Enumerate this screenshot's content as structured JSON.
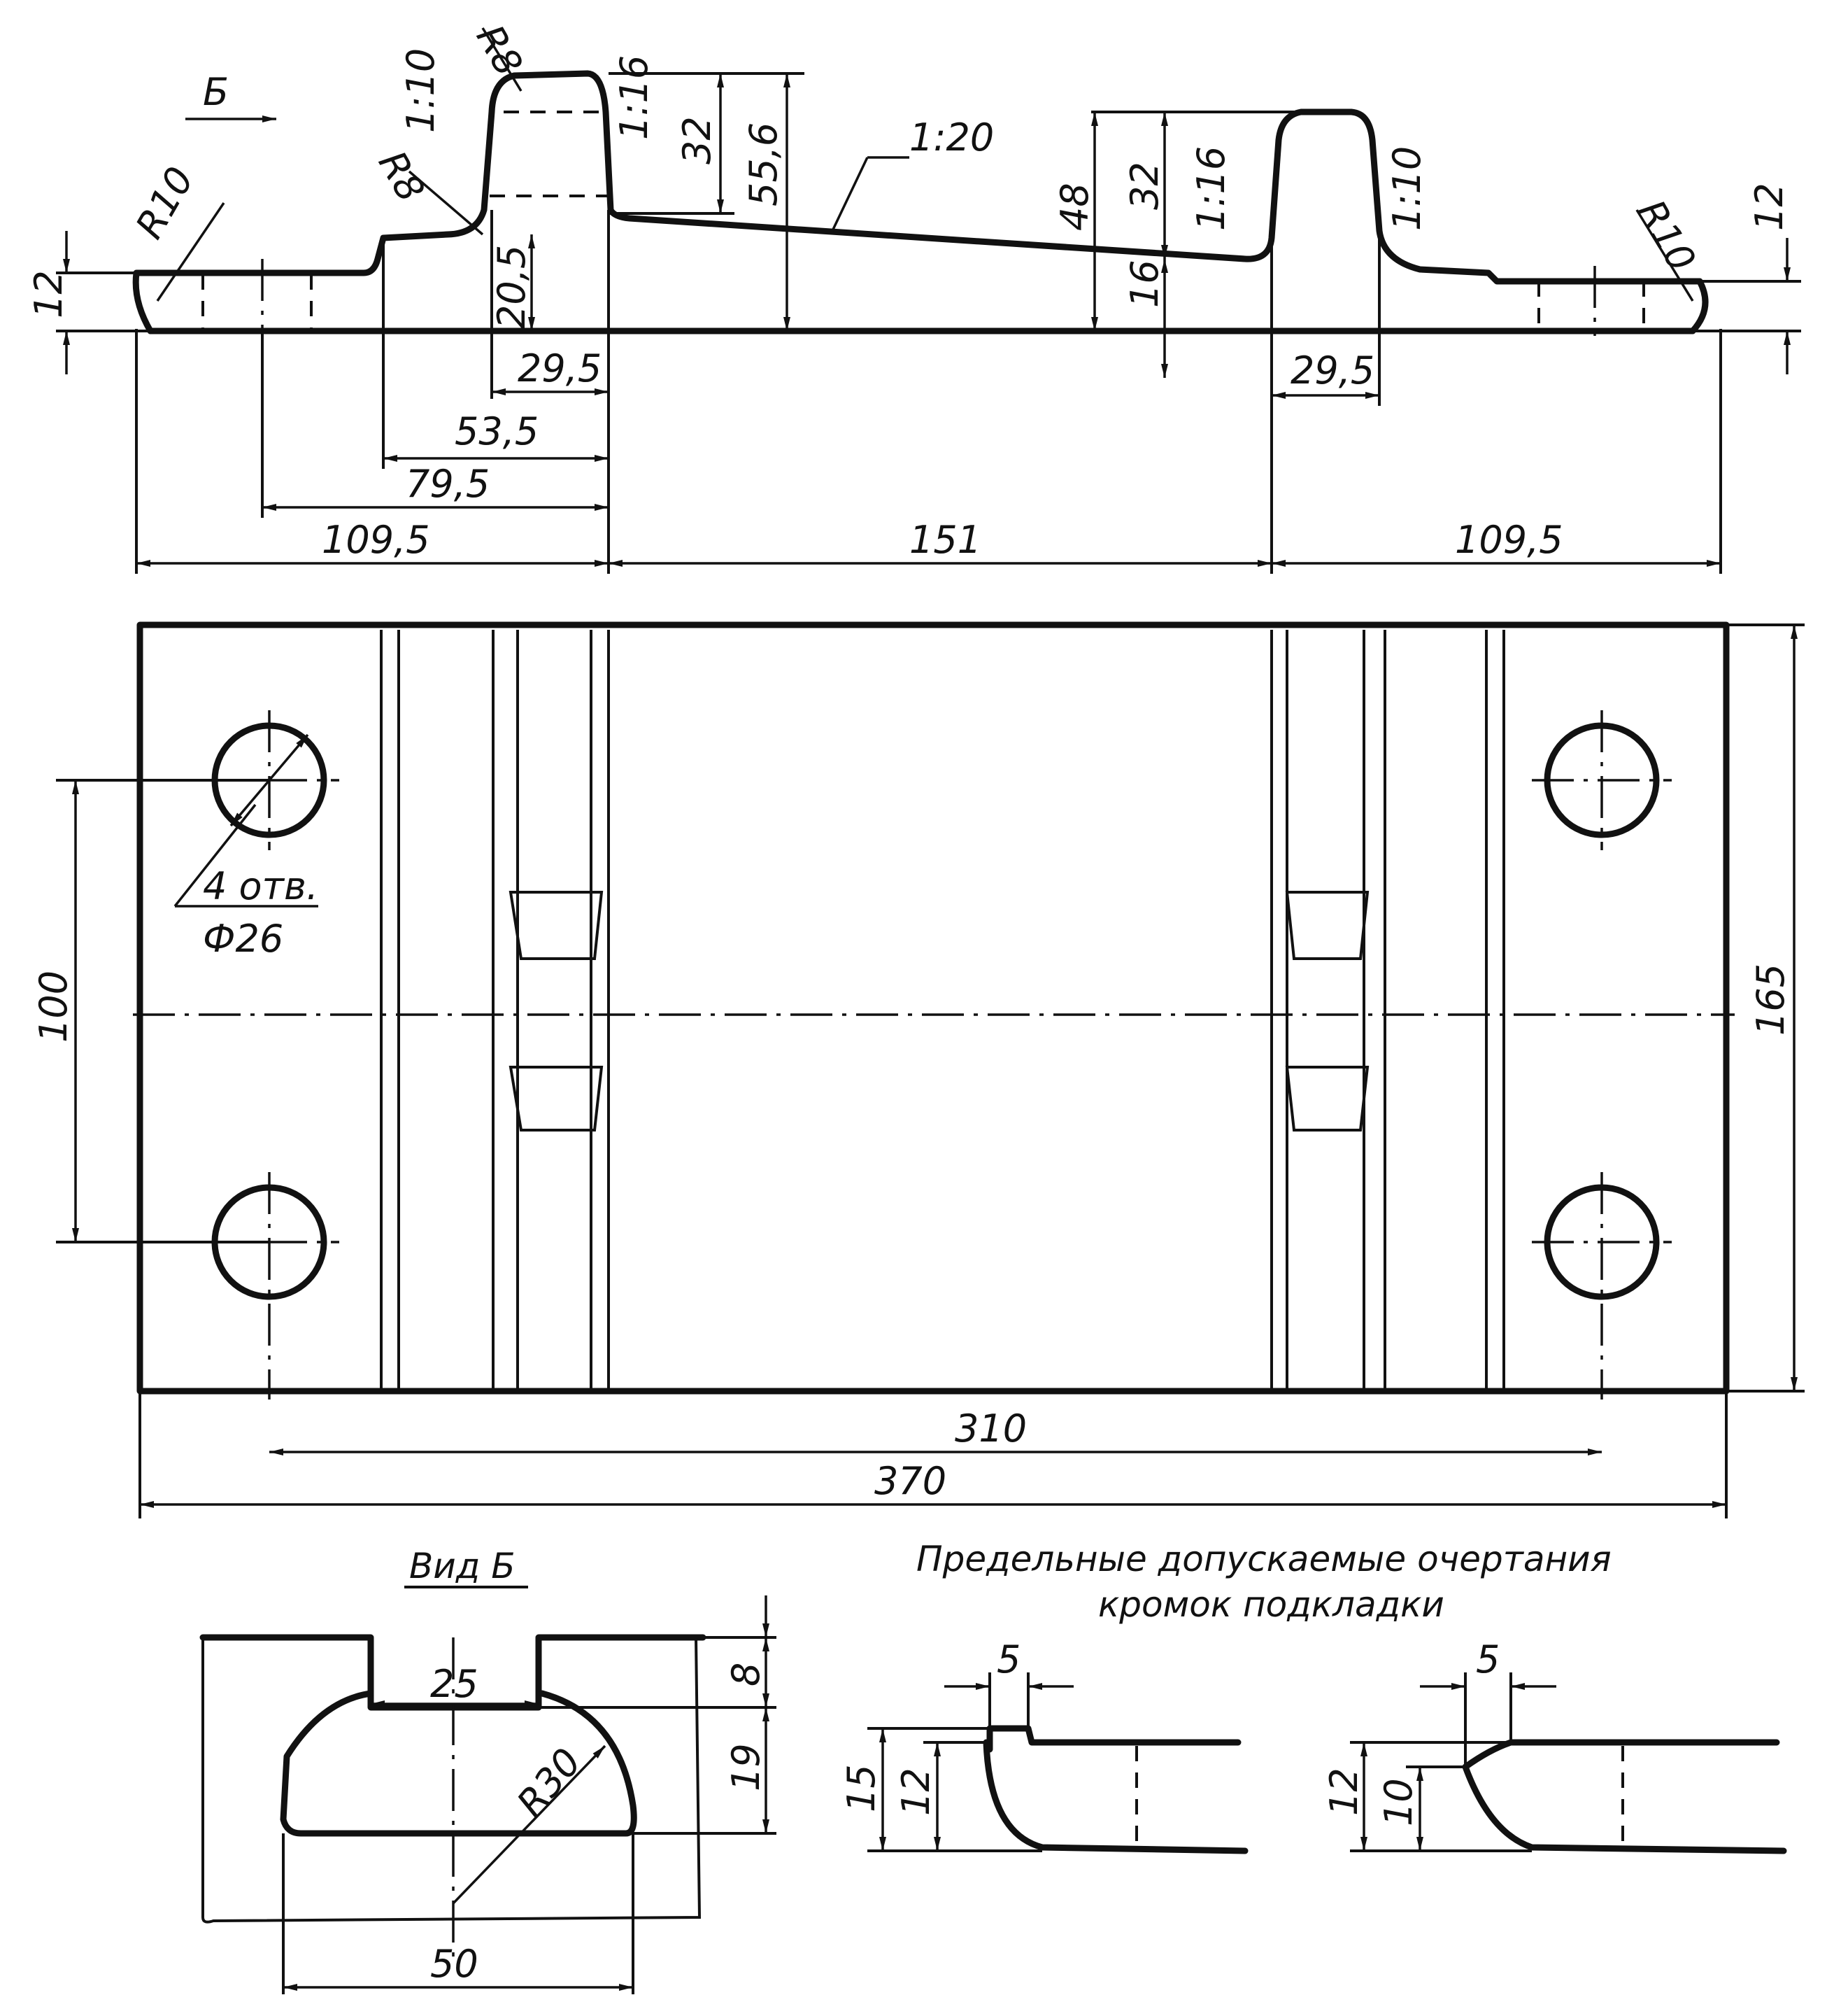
{
  "view_arrow_label": "Б",
  "side_view": {
    "radii": {
      "left_outer": "R10",
      "left_fillet": "R8",
      "left_top": "R8",
      "right_outer": "R10"
    },
    "tapers": {
      "left_outer": "1:10",
      "left_inner": "1:16",
      "slope": "1:20",
      "right_inner": "1:16",
      "right_outer": "1:10"
    },
    "dims": {
      "left_edge": "12",
      "right_edge": "12",
      "shoulder_h": "20,5",
      "rib_h": "32",
      "total_h": "55,6",
      "rib_h_right": "32",
      "total_h_right": "48",
      "base_h_right": "16",
      "rib_w_left": "29,5",
      "rib_w_right": "29,5",
      "d_53": "53,5",
      "d_79": "79,5",
      "left_span": "109,5",
      "mid_span": "151",
      "right_span": "109,5"
    }
  },
  "plan_view": {
    "holes_note": "4 отв.",
    "hole_diameter": "Ф26",
    "hole_spacing": "100",
    "width": "165",
    "hole_span": "310",
    "length": "370"
  },
  "view_b": {
    "title": "Вид Б",
    "dims": {
      "slot_w": "25",
      "radius": "R30",
      "depth_top": "8",
      "depth": "19",
      "base_w": "50"
    }
  },
  "limits": {
    "title_line1": "Предельные допускаемые очертания",
    "title_line2": "кромок подкладки",
    "left": {
      "offset": "5",
      "h_outer": "15",
      "h_inner": "12"
    },
    "right": {
      "offset": "5",
      "h_outer": "12",
      "h_inner": "10"
    }
  }
}
